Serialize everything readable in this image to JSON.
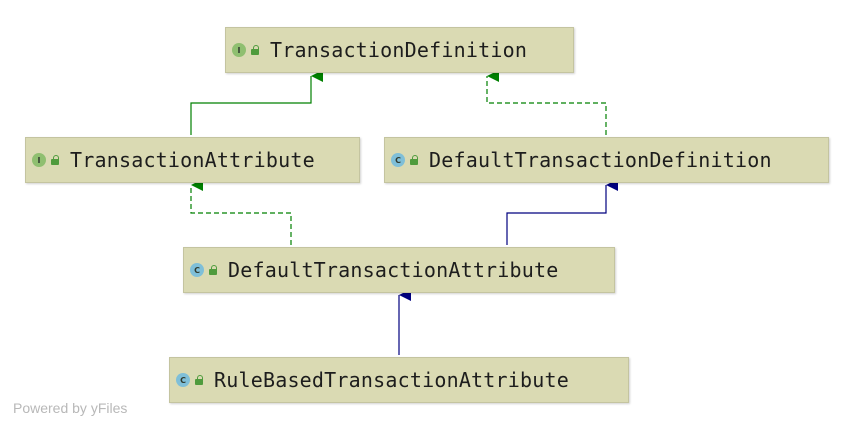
{
  "diagram": {
    "nodes": [
      {
        "id": "transaction-definition",
        "label": "TransactionDefinition",
        "kind": "interface",
        "badge": "I"
      },
      {
        "id": "transaction-attribute",
        "label": "TransactionAttribute",
        "kind": "interface",
        "badge": "I"
      },
      {
        "id": "default-transaction-definition",
        "label": "DefaultTransactionDefinition",
        "kind": "class",
        "badge": "C"
      },
      {
        "id": "default-transaction-attribute",
        "label": "DefaultTransactionAttribute",
        "kind": "class",
        "badge": "C"
      },
      {
        "id": "rule-based-transaction-attribute",
        "label": "RuleBasedTransactionAttribute",
        "kind": "class",
        "badge": "C"
      }
    ],
    "edges": [
      {
        "from": "transaction-attribute",
        "to": "transaction-definition",
        "type": "extends-interface"
      },
      {
        "from": "default-transaction-definition",
        "to": "transaction-definition",
        "type": "implements"
      },
      {
        "from": "default-transaction-attribute",
        "to": "transaction-attribute",
        "type": "implements"
      },
      {
        "from": "default-transaction-attribute",
        "to": "default-transaction-definition",
        "type": "extends-class"
      },
      {
        "from": "rule-based-transaction-attribute",
        "to": "default-transaction-attribute",
        "type": "extends-class"
      }
    ],
    "colors": {
      "node_fill": "#dadab3",
      "interface_edge": "#008000",
      "class_edge": "#00007f"
    },
    "icons": {
      "interface": "interface-icon",
      "class": "class-icon",
      "visibility": "unlocked-icon"
    }
  },
  "footer": {
    "text": "Powered by yFiles"
  }
}
